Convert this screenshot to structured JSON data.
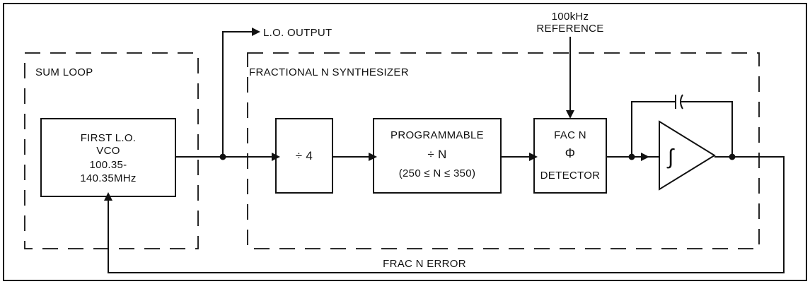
{
  "labels": {
    "lo_output": "L.O. OUTPUT",
    "reference_line1": "100kHz",
    "reference_line2": "REFERENCE",
    "sum_loop": "SUM LOOP",
    "frac_n_synth": "FRACTIONAL N SYNTHESIZER",
    "frac_n_error": "FRAC N ERROR"
  },
  "blocks": {
    "vco": {
      "line1": "FIRST L.O.",
      "line2": "VCO",
      "line3": "100.35-",
      "line4": "140.35MHz"
    },
    "div4": {
      "line1": "÷ 4"
    },
    "prog": {
      "line1": "PROGRAMMABLE",
      "line2": "÷ N",
      "line3": "(250 ≤ N ≤ 350)"
    },
    "det": {
      "line1": "FAC N",
      "line2": "Φ",
      "line3": "DETECTOR"
    }
  },
  "symbols": {
    "integrator": "∫",
    "capacitor": "⊣⊢"
  },
  "colors": {
    "ink": "#111111",
    "background": "#ffffff"
  }
}
